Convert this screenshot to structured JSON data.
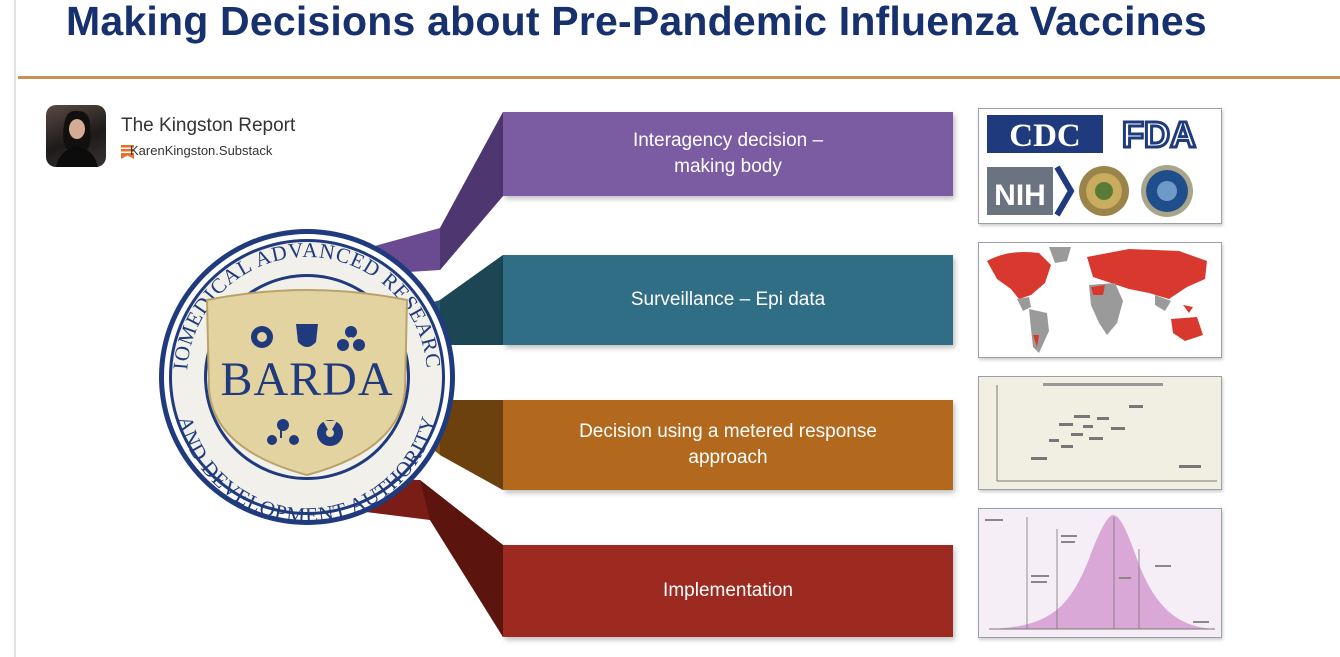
{
  "slide": {
    "title": "Making Decisions about Pre-Pandemic Influenza Vaccines"
  },
  "attribution": {
    "name": "The Kingston Report",
    "source": "KarenKingston.Substack"
  },
  "seal": {
    "acronym": "BARDA",
    "ring_text": "BIOMEDICAL ADVANCED RESEARCH AND DEVELOPMENT AUTHORITY"
  },
  "steps": [
    {
      "label": "Interagency decision –\nmaking body",
      "color": "#7b5ca3"
    },
    {
      "label": "Surveillance – Epi data",
      "color": "#2f6e85"
    },
    {
      "label": "Decision using a metered response\napproach",
      "color": "#b2691e"
    },
    {
      "label": "Implementation",
      "color": "#9c2a20"
    }
  ],
  "logos": {
    "cdc": "CDC",
    "fda": "FDA",
    "nih": "NIH"
  },
  "colors": {
    "title": "#17306e",
    "rule": "#c98f55",
    "seal_ring": "#1f3a7d",
    "seal_shield": "#e3d3a0"
  }
}
